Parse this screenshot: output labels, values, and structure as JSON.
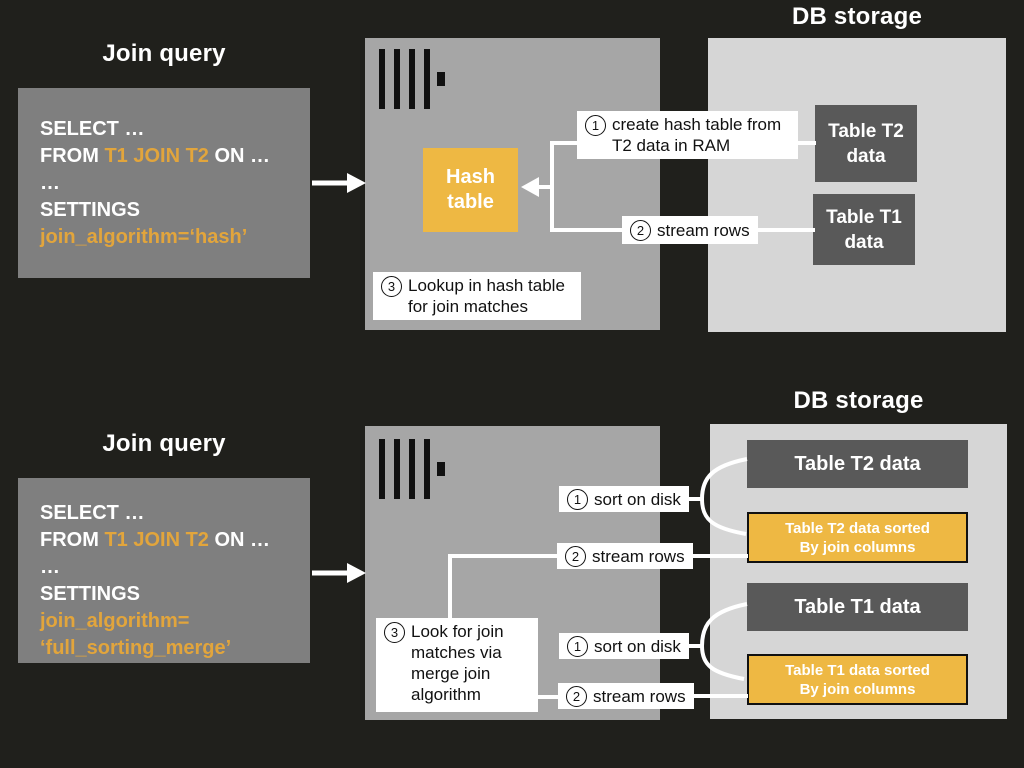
{
  "colors": {
    "background": "#20201c",
    "query_box": "#7f7f7f",
    "server_box": "#a6a6a6",
    "db_box": "#d6d6d6",
    "table_box_dark": "#595959",
    "accent_yellow": "#eeb843",
    "accent_text_orange": "#e2a53c",
    "connector_white": "#ffffff",
    "label_bg": "#ffffff",
    "label_text": "#111111"
  },
  "hash_join": {
    "query_title": "Join query",
    "query": {
      "select_line": "SELECT …",
      "from_kw": "FROM ",
      "join_tables": "T1 JOIN T2",
      "on_tail": " ON …",
      "ellipsis_line": "…",
      "settings_kw": "SETTINGS",
      "algorithm_line": "join_algorithm=‘hash’"
    },
    "server": {
      "hash_table": "Hash table"
    },
    "steps": {
      "create_hash": {
        "num": "1",
        "text": "create hash table from T2 data in RAM"
      },
      "stream_rows": {
        "num": "2",
        "text": "stream rows"
      },
      "lookup": {
        "num": "3",
        "text": "Lookup in hash table for join matches"
      }
    },
    "db": {
      "title": "DB storage",
      "table_t2": "Table T2 data",
      "table_t1": "Table T1 data"
    }
  },
  "merge_join": {
    "query_title": "Join query",
    "query": {
      "select_line": "SELECT …",
      "from_kw": "FROM ",
      "join_tables": "T1 JOIN T2",
      "on_tail": " ON …",
      "ellipsis_line": "…",
      "settings_kw": "SETTINGS",
      "algorithm_line1": "join_algorithm=",
      "algorithm_line2": "‘full_sorting_merge’"
    },
    "steps": {
      "sort_t2": {
        "num": "1",
        "text": "sort on disk"
      },
      "stream_t2": {
        "num": "2",
        "text": "stream rows"
      },
      "merge_lookup": {
        "num": "3",
        "text": "Look for join matches via merge join algorithm"
      },
      "sort_t1": {
        "num": "1",
        "text": "sort on disk"
      },
      "stream_t1": {
        "num": "2",
        "text": "stream rows"
      }
    },
    "db": {
      "title": "DB storage",
      "table_t2": "Table T2 data",
      "table_t2_sorted_l1": "Table T2 data sorted",
      "table_t2_sorted_l2": "By join columns",
      "table_t1": "Table T1 data",
      "table_t1_sorted_l1": "Table T1 data sorted",
      "table_t1_sorted_l2": "By join columns"
    }
  }
}
